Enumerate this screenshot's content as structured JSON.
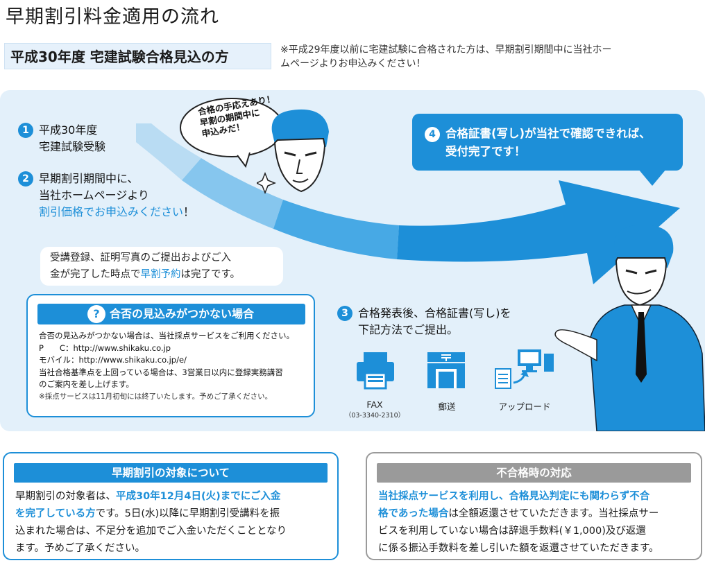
{
  "title": "早期割引料金適用の流れ",
  "subtitle": "平成30年度 宅建試験合格見込の方",
  "top_note": {
    "line1": "※平成29年度以前に宅建試験に合格された方は、早期割引期間中に当社ホー",
    "line2": "ムページよりお申込みください！"
  },
  "steps": {
    "s1": {
      "num": "1",
      "line1": "平成30年度",
      "line2": "宅建試験受験"
    },
    "s2": {
      "num": "2",
      "line1": "早期割引期間中に、",
      "line2": "当社ホームページより",
      "line3_blue": "割引価格でお申込みください",
      "line3_end": "！"
    },
    "s3": {
      "num": "3",
      "line1": "合格発表後、合格証書(写し)を",
      "line2": "下記方法でご提出。"
    },
    "s4": {
      "num": "4",
      "line1": "合格証書(写し)が当社で確認できれば、",
      "line2": "受付完了です！"
    }
  },
  "speech": {
    "line1": "合格の手応えあり！",
    "line2": "早割の期間中に",
    "line3": "申込みだ！"
  },
  "reserve_note": {
    "line1": "受講登録、証明写真のご提出およびご入",
    "line2_a": "金が完了した時点で",
    "line2_blue": "早割予約",
    "line2_b": "は完了です。"
  },
  "question_box": {
    "mark": "?",
    "title": "合否の見込みがつかない場合",
    "lines": [
      "合否の見込みがつかない場合は、当社採点サービスをご利用ください。",
      "P　　C：http://www.shikaku.co.jp",
      "モバイル：http://www.shikaku.co.jp/e/",
      "当社合格基準点を上回っている場合は、3営業日以内に登録実務講習",
      "のご案内を差し上げます。"
    ],
    "small": "※採点サービスは11月初旬には終了いたします。予めご了承ください。"
  },
  "methods": [
    {
      "icon": "fax-icon",
      "label": "FAX",
      "sub": "（03-3340-2310）"
    },
    {
      "icon": "post-office-icon",
      "label": "郵送",
      "sub": ""
    },
    {
      "icon": "upload-icon",
      "label": "アップロード",
      "sub": ""
    }
  ],
  "early_box": {
    "title": "早期割引の対象について",
    "l1_a": "早期割引の対象者は、",
    "l1_blue": "平成30年12月4日(火)までにご入金",
    "l2_blue": "を完了している方",
    "l2_b": "です。5日(水)以降に早期割引受講料を振",
    "l3": "込まれた場合は、不足分を追加でご入金いただくこととなり",
    "l4": "ます。予めご了承ください。"
  },
  "fail_box": {
    "title": "不合格時の対応",
    "l1_blue": "当社採点サービスを利用し、合格見込判定にも関わらず不合",
    "l2_blue": "格であった場合",
    "l2_b": "は全額返還させていただきます。当社採点サー",
    "l3": "ビスを利用していない場合は辞退手数料(￥1,000)及び返還",
    "l4": "に係る振込手数料を差し引いた額を返還させていただきます。"
  },
  "colors": {
    "accent": "#1d8fd8",
    "light_bg": "#e3f0fa",
    "gray": "#9a9a9a"
  }
}
